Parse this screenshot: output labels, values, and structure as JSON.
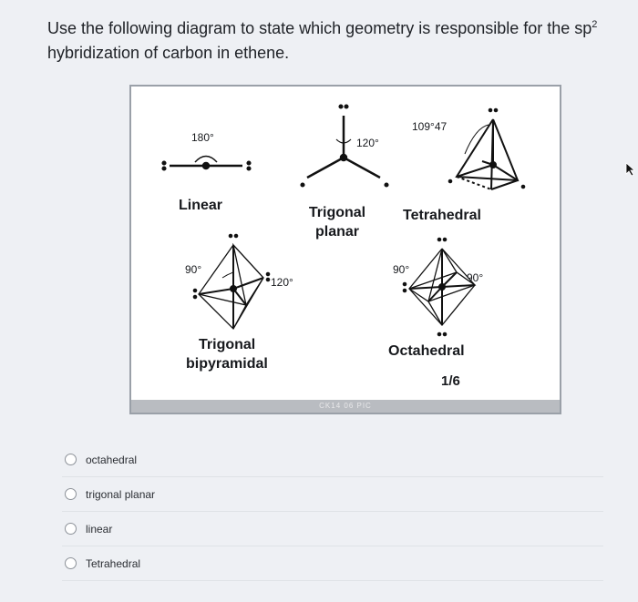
{
  "question": {
    "text": "Use the following diagram to state which geometry is responsible for the sp",
    "superscript": "2",
    "text_end": "hybridization of carbon in ethene."
  },
  "figure": {
    "labels": {
      "linear": "Linear",
      "trigonal_planar_1": "Trigonal",
      "trigonal_planar_2": "planar",
      "tetrahedral": "Tetrahedral",
      "trigonal_bipyramidal_1": "Trigonal",
      "trigonal_bipyramidal_2": "bipyramidal",
      "octahedral": "Octahedral"
    },
    "angles": {
      "linear": "180°",
      "trigonal_planar": "120°",
      "tetrahedral": "109°47",
      "tbp_axial": "90°",
      "tbp_equatorial": "120°",
      "oct_left": "90°",
      "oct_right": "90°"
    },
    "page_marker": "1/6",
    "footer": "CK14 06 PIC"
  },
  "options": [
    {
      "label": "octahedral"
    },
    {
      "label": "trigonal planar"
    },
    {
      "label": "linear"
    },
    {
      "label": "Tetrahedral"
    }
  ]
}
